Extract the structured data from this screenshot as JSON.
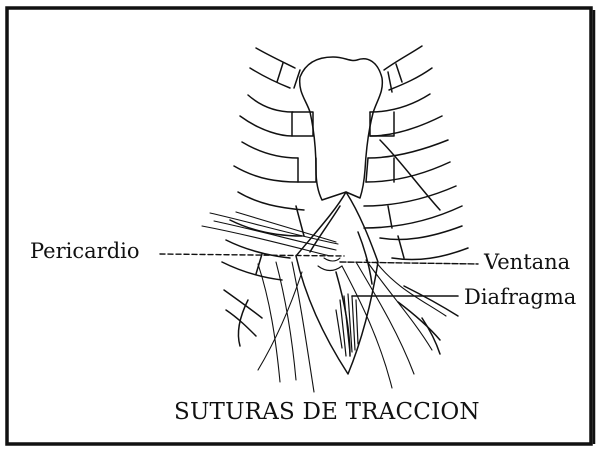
{
  "labels": {
    "pericardio": "Pericardio",
    "ventana": "Ventana",
    "diafragma": "Diafragma",
    "caption": "SUTURAS DE TRACCION"
  },
  "colors": {
    "ink": "#111111",
    "background": "#ffffff"
  }
}
